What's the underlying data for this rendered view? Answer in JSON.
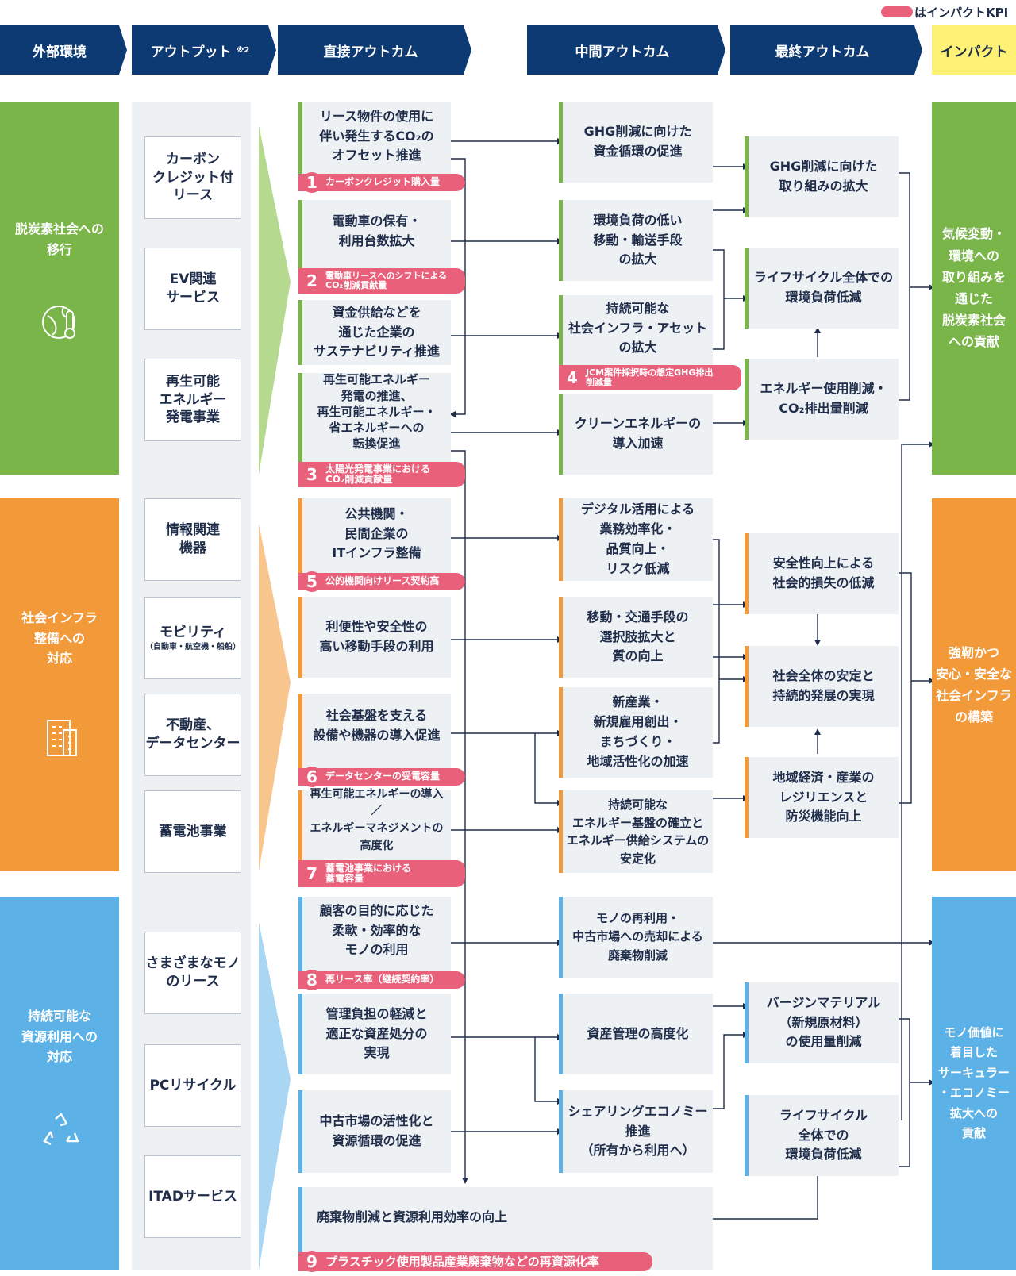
{
  "legend": {
    "text": "はインパクトKPI"
  },
  "headers": {
    "external": "外部環境",
    "output": "アウトプット",
    "output_note": "※2",
    "direct": "直接アウトカム",
    "intermediate": "中間アウトカム",
    "final": "最終アウトカム",
    "impact": "インパクト"
  },
  "categories": [
    {
      "label": "脱炭素社会への\n移行",
      "color": "#79b549",
      "icon": "globe-thermometer-icon"
    },
    {
      "label": "社会インフラ\n整備への\n対応",
      "color": "#f2993a",
      "icon": "building-icon"
    },
    {
      "label": "持続可能な\n資源利用への\n対応",
      "color": "#5cb1e6",
      "icon": "recycle-icon"
    }
  ],
  "outputs": [
    "カーボン\nクレジット付\nリース",
    "EV関連\nサービス",
    "再生可能\nエネルギー\n発電事業",
    "情報関連\n機器",
    "モビリティ",
    "不動産、\nデータセンター",
    "蓄電池事業",
    "さまざまなモノ\nのリース",
    "PCリサイクル",
    "ITADサービス"
  ],
  "mobility_note": "（自動車・航空機・船舶）",
  "direct": [
    "リース物件の使用に\n伴い発生するCO₂の\nオフセット推進",
    "電動車の保有・\n利用台数拡大",
    "資金供給などを\n通じた企業の\nサステナビリティ推進",
    "再生可能エネルギー\n発電の推進、\n再生可能エネルギー・\n省エネルギーへの\n転換促進",
    "公共機関・\n民間企業の\nITインフラ整備",
    "利便性や安全性の\n高い移動手段の利用",
    "社会基盤を支える\n設備や機器の導入促進",
    "再生可能エネルギーの導入／\nエネルギーマネジメントの\n高度化",
    "顧客の目的に応じた\n柔軟・効率的な\nモノの利用",
    "管理負担の軽減と\n適正な資産処分の\n実現",
    "中古市場の活性化と\n資源循環の促進",
    "廃棄物削減と資源利用効率の向上"
  ],
  "intermediate": [
    "GHG削減に向けた\n資金循環の促進",
    "環境負荷の低い\n移動・輸送手段\nの拡大",
    "持続可能な\n社会インフラ・アセット\nの拡大",
    "クリーンエネルギーの\n導入加速",
    "デジタル活用による\n業務効率化・\n品質向上・\nリスク低減",
    "移動・交通手段の\n選択肢拡大と\n質の向上",
    "新産業・\n新規雇用創出・\nまちづくり・\n地域活性化の加速",
    "持続可能な\nエネルギー基盤の確立と\nエネルギー供給システムの\n安定化",
    "モノの再利用・\n中古市場への売却による\n廃棄物削減",
    "資産管理の高度化",
    "シェアリングエコノミー\n推進\n（所有から利用へ）"
  ],
  "final": [
    "GHG削減に向けた\n取り組みの拡大",
    "ライフサイクル全体での\n環境負荷低減",
    "エネルギー使用削減・\nCO₂排出量削減",
    "安全性向上による\n社会的損失の低減",
    "社会全体の安定と\n持続的発展の実現",
    "地域経済・産業の\nレジリエンスと\n防災機能向上",
    "バージンマテリアル\n（新規原材料）\nの使用量削減",
    "ライフサイクル\n全体での\n環境負荷低減"
  ],
  "impacts": [
    "気候変動・\n環境への\n取り組みを\n通じた\n脱炭素社会\nへの貢献",
    "強靭かつ\n安心・安全な\n社会インフラ\nの構築",
    "モノ価値に\n着目した\nサーキュラー\n・エコノミー\n拡大への\n貢献"
  ],
  "kpis": [
    {
      "num": "1",
      "text": "カーボンクレジット購入量"
    },
    {
      "num": "2",
      "text": "電動車リースへのシフトによる\nCO₂削減貢献量"
    },
    {
      "num": "3",
      "text": "太陽光発電事業における\nCO₂削減貢献量"
    },
    {
      "num": "4",
      "text": "JCM案件採択時の想定GHG排出\n削減量"
    },
    {
      "num": "5",
      "text": "公的機関向けリース契約高"
    },
    {
      "num": "6",
      "text": "データセンターの受電容量"
    },
    {
      "num": "7",
      "text": "蓄電池事業における\n蓄電容量"
    },
    {
      "num": "8",
      "text": "再リース率（継続契約率）"
    },
    {
      "num": "9",
      "text": "プラスチック使用製品産業廃棄物などの再資源化率"
    }
  ],
  "colors": {
    "navy": "#0d3a73",
    "green": "#79b549",
    "orange": "#f2993a",
    "blue": "#5cb1e6",
    "pink": "#e8607a",
    "yellow": "#fdf275"
  }
}
